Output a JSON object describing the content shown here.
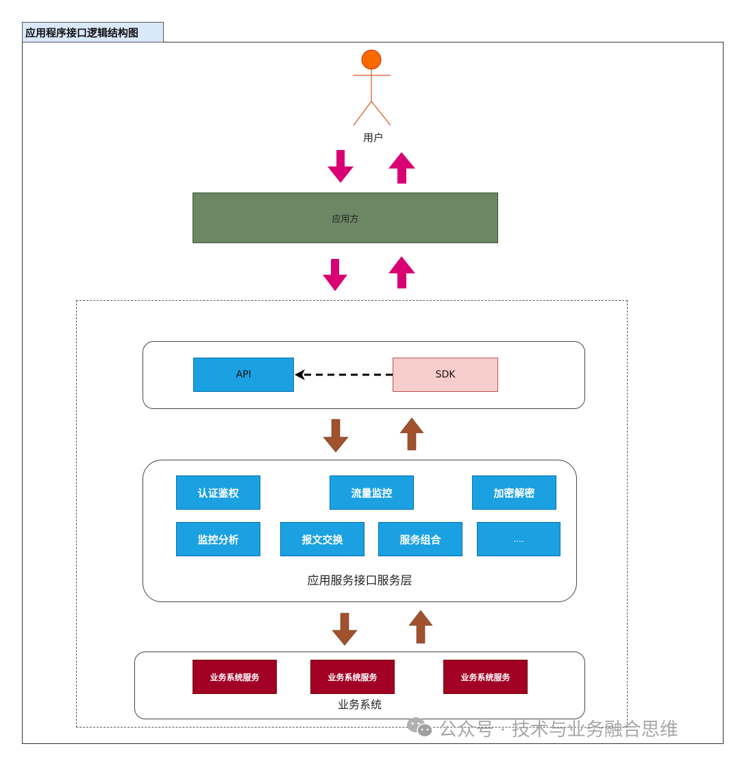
{
  "title": "应用程序接口逻辑结构图",
  "actor": {
    "label": "用户",
    "icon": "stick-figure-user-icon"
  },
  "app_layer": {
    "label": "应用方"
  },
  "interface_layer": {
    "api": {
      "label": "API"
    },
    "sdk": {
      "label": "SDK"
    },
    "connector": "dashed-arrow SDK→API"
  },
  "service_layer": {
    "label": "应用服务接口服务层",
    "row1": [
      "认证鉴权",
      "流量监控",
      "加密解密"
    ],
    "row2": [
      "监控分析",
      "报文交换",
      "服务组合",
      "...."
    ]
  },
  "business_system": {
    "label": "业务系统",
    "services": [
      "业务系统服务",
      "业务系统服务",
      "业务系统服务"
    ]
  },
  "watermark": {
    "text": "公众号 · 技术与业务融合思维",
    "icon": "wechat-icon"
  },
  "colors": {
    "title_bg": "#dae8fc",
    "actor": "#fa6800",
    "app_box": "#6d8764",
    "arrow_pink": "#d80073",
    "arrow_brown": "#a0522d",
    "api": "#1ba1e2",
    "sdk": "#f8cecc",
    "service_box": "#1ba1e2",
    "business_box": "#a20025"
  }
}
